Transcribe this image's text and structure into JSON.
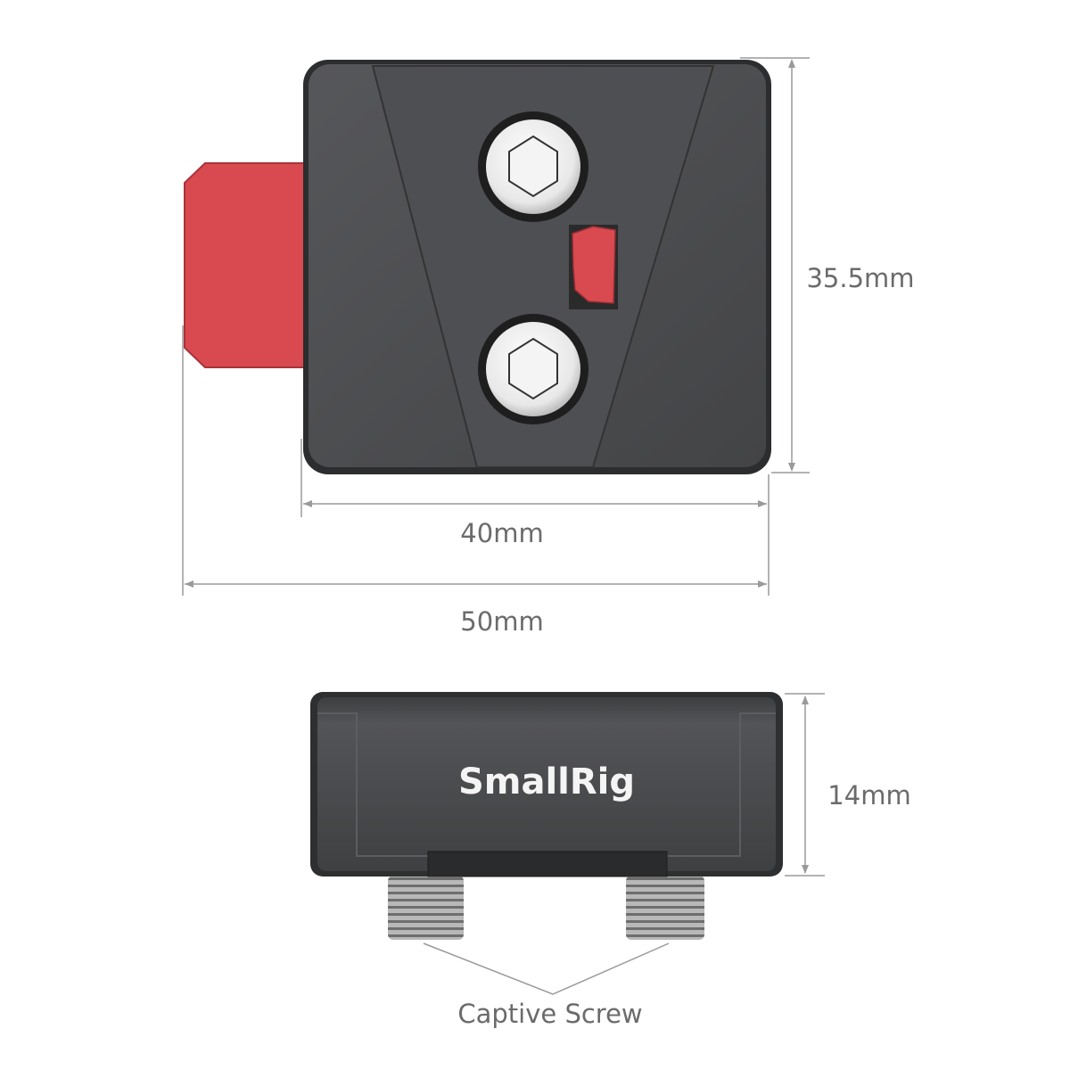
{
  "product_brand": "SmallRig",
  "dimensions": {
    "height_top": "35.5mm",
    "plate_width": "40mm",
    "total_width": "50mm",
    "thickness": "14mm"
  },
  "callout": "Captive Screw",
  "colors": {
    "body": "#4a4b4e",
    "accent_red": "#d94a50",
    "dim_line": "#9a9a9a",
    "label": "#6b6b6b"
  }
}
